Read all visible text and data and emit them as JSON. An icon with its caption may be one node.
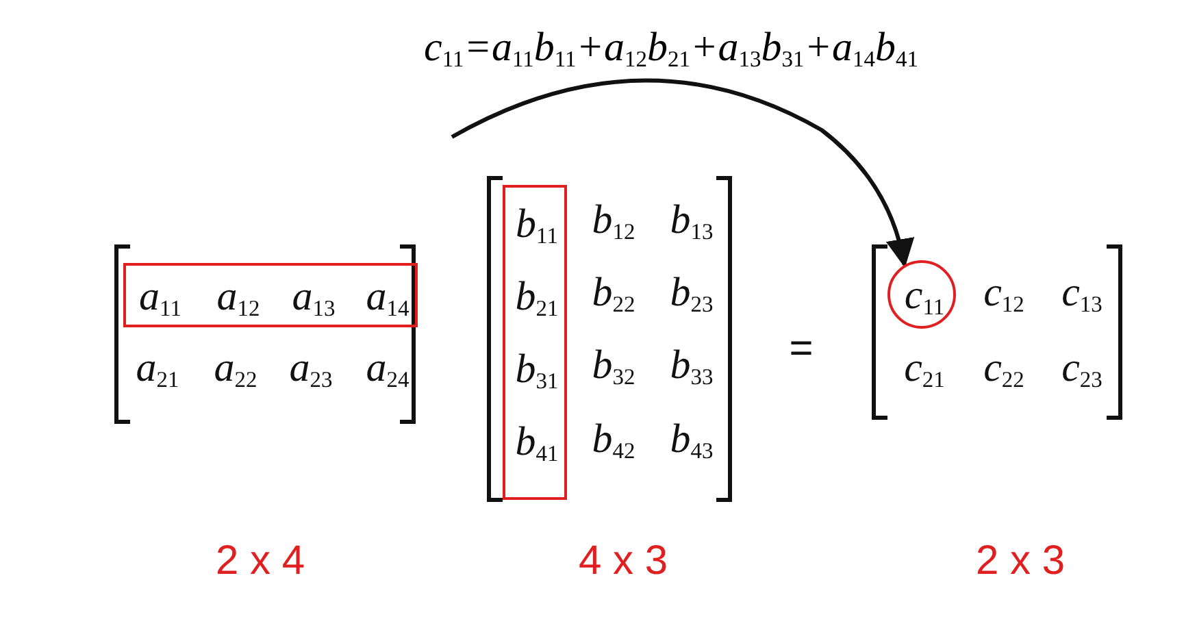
{
  "diagram": {
    "title": "c$_{11}$=a$_{11}$b$_{11}$+a$_{12}$b$_{21}$+a$_{13}$b$_{31}$+a$_{14}$b$_{41}$",
    "nodes": [
      {
        "text": [
          "a$_{11}$",
          "a$_{12}$",
          "a$_{13}$",
          "a$_{14}$"
        ]
      },
      {
        "text": [
          "b$_{11}$",
          "b$_{21}$",
          "b$_{31}$",
          "b$_{41}$"
        ]
      },
      {
        "text": [
          "c$_{11}$"
        ]
      }
    ],
    "edges": [
      {
        "from": null,
        "to": 2,
        "arrow": "to"
      }
    ],
    "labels": [
      "a$_{21}$",
      "a$_{22}$",
      "a$_{23}$",
      "a$_{24}$",
      "b$_{12}$",
      "b$_{13}$",
      "b$_{22}$",
      "b$_{23}$",
      "b$_{32}$",
      "b$_{33}$",
      "b$_{42}$",
      "b$_{43}$",
      "=",
      "c$_{12}$",
      "c$_{13}$",
      "c$_{21}$",
      "c$_{22}$",
      "c$_{23}$",
      "2 x 4",
      "4 x 3",
      "2 x 3"
    ]
  }
}
